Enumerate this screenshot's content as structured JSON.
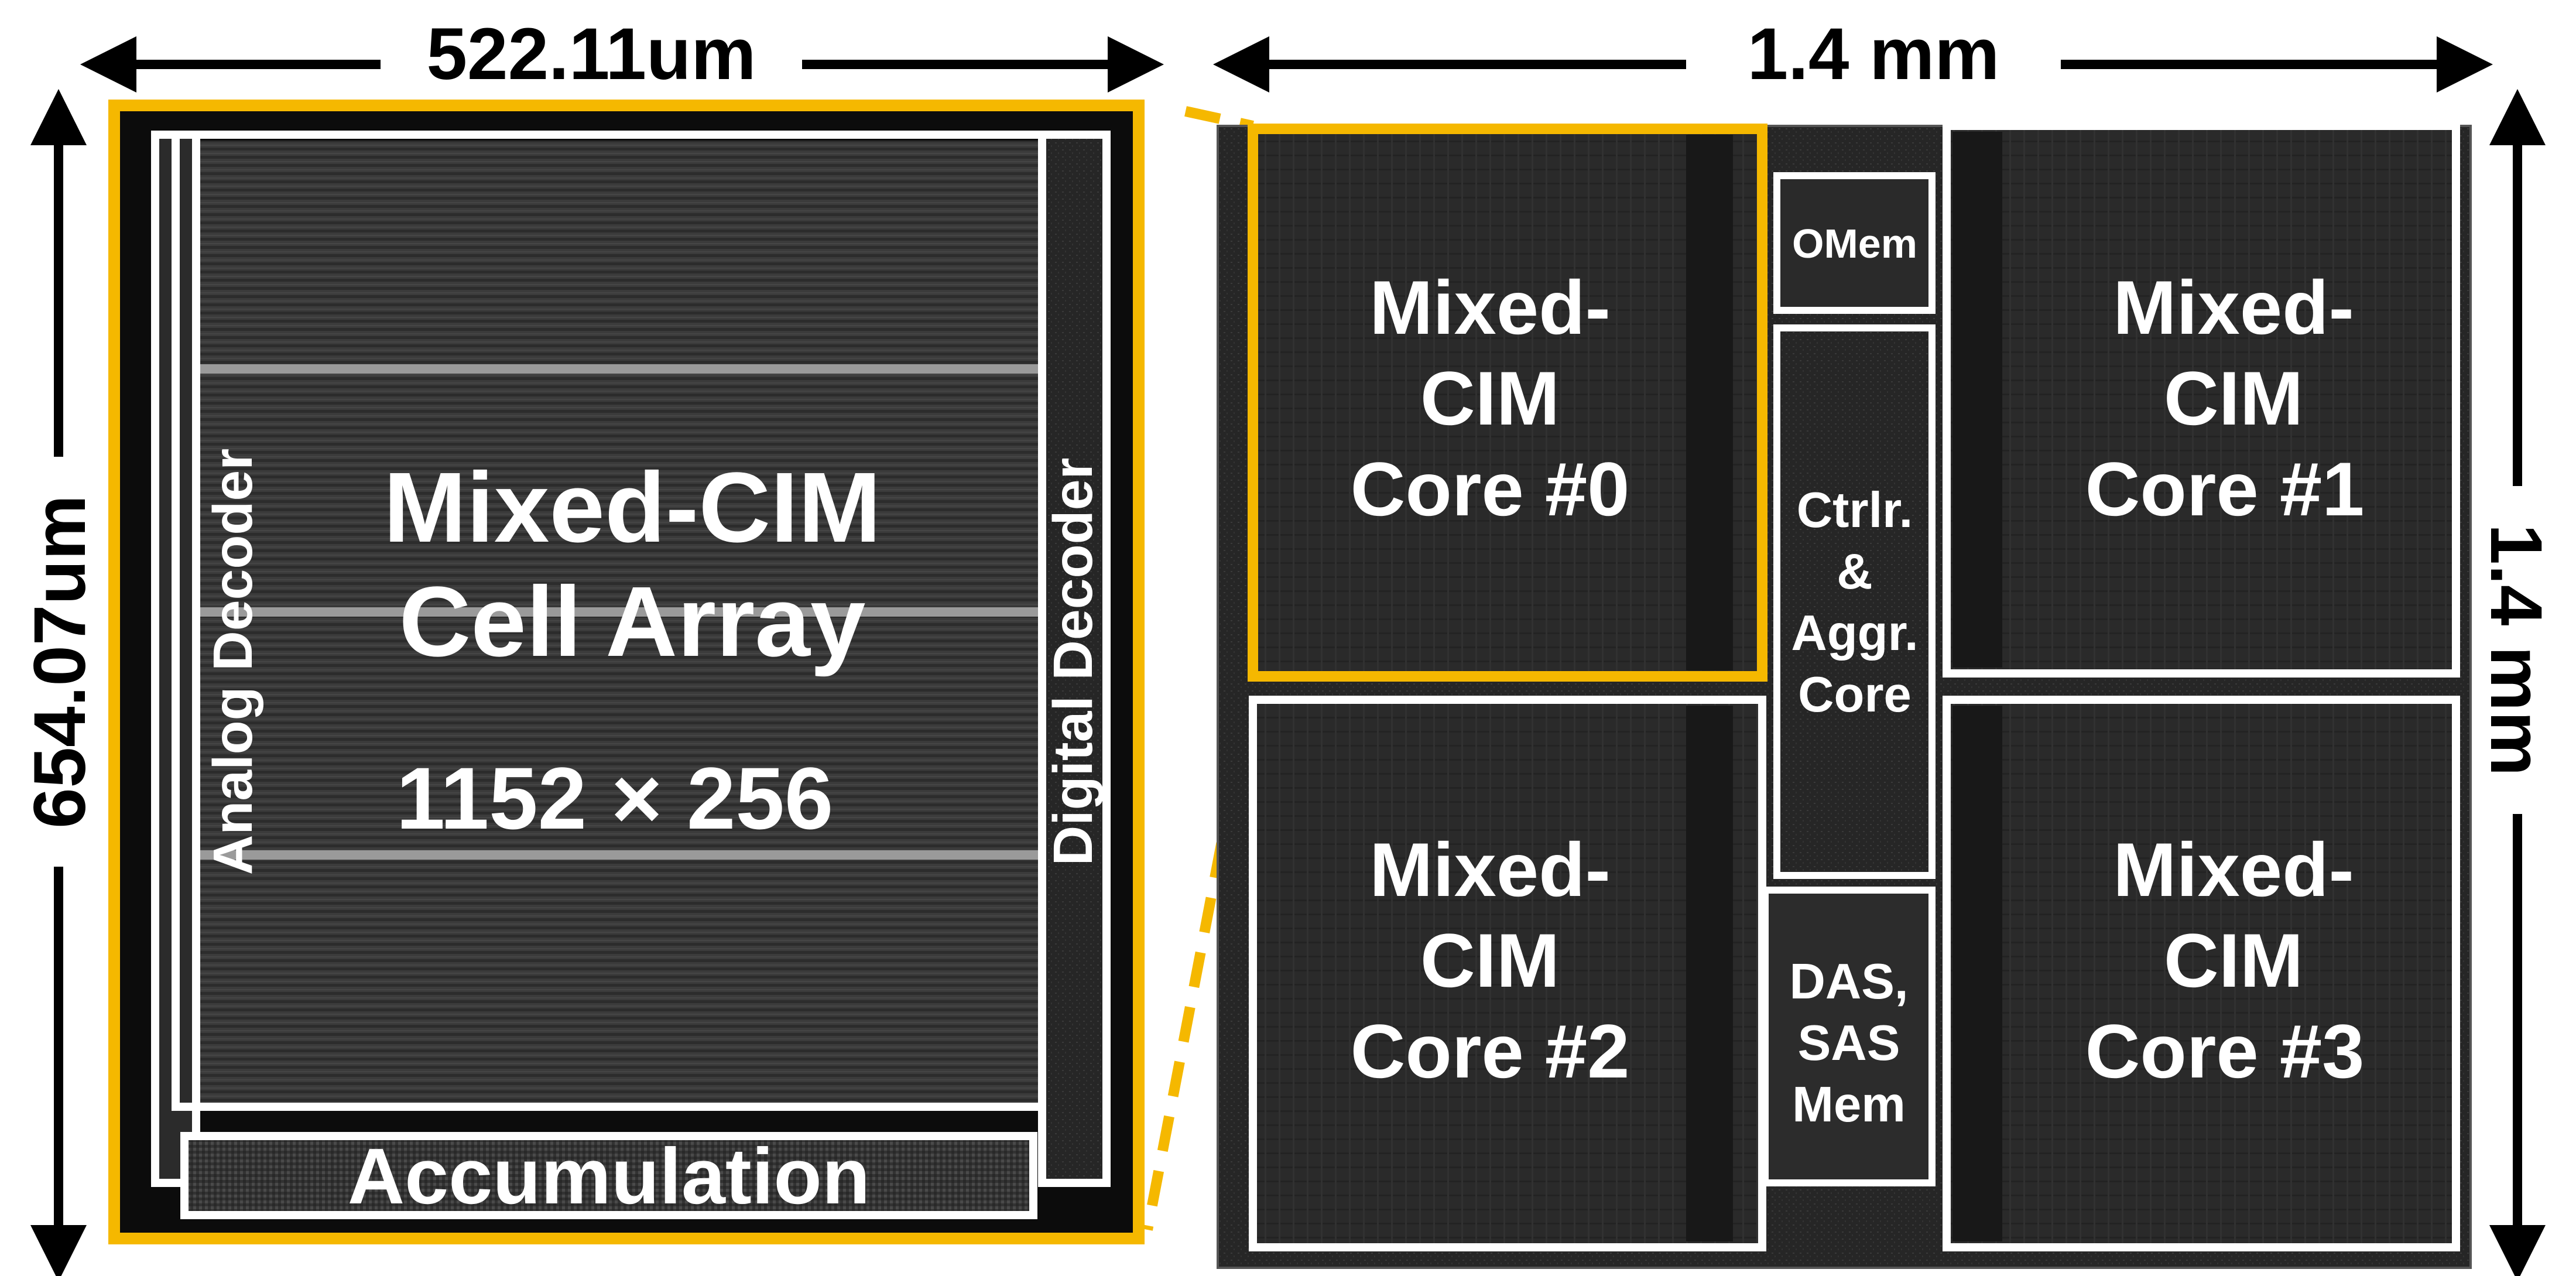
{
  "left_panel": {
    "width_dimension": "522.11um",
    "height_dimension": "654.07um",
    "cell_array_title_line1": "Mixed-CIM",
    "cell_array_title_line2": "Cell Array",
    "cell_array_size": "1152 × 256",
    "analog_decoder_label": "Analog Decoder",
    "digital_decoder_label": "Digital Decoder",
    "accumulation_label": "Accumulation"
  },
  "right_panel": {
    "width_dimension": "1.4 mm",
    "height_dimension": "1.4 mm",
    "cores": [
      {
        "line1": "Mixed-",
        "line2": "CIM",
        "line3": "Core #0"
      },
      {
        "line1": "Mixed-",
        "line2": "CIM",
        "line3": "Core #1"
      },
      {
        "line1": "Mixed-",
        "line2": "CIM",
        "line3": "Core #2"
      },
      {
        "line1": "Mixed-",
        "line2": "CIM",
        "line3": "Core #3"
      }
    ],
    "omem_label": "OMem",
    "ctrl_lines": [
      "Ctrlr.",
      "&",
      "Aggr.",
      "Core"
    ],
    "das_lines": [
      "DAS,",
      "SAS",
      "Mem"
    ]
  },
  "colors": {
    "highlight": "#f5b800",
    "outline": "#ffffff",
    "die_dark": "#1c1c1c",
    "array_gray": "#3a3a3a",
    "dimension_arrow": "#000000"
  }
}
